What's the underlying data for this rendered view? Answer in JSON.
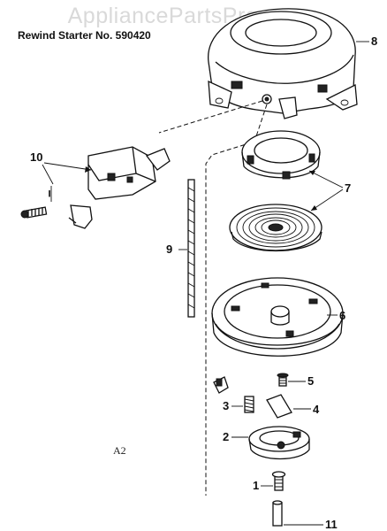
{
  "watermark": "AppliancePartsPros.com",
  "title": "Rewind Starter No. 590420",
  "figure_ref": "A2",
  "callouts": {
    "c1": "1",
    "c2": "2",
    "c3": "3",
    "c4": "4",
    "c5": "5",
    "c6": "6",
    "c7": "7",
    "c8": "8",
    "c9": "9",
    "c10": "10",
    "c11": "11"
  }
}
